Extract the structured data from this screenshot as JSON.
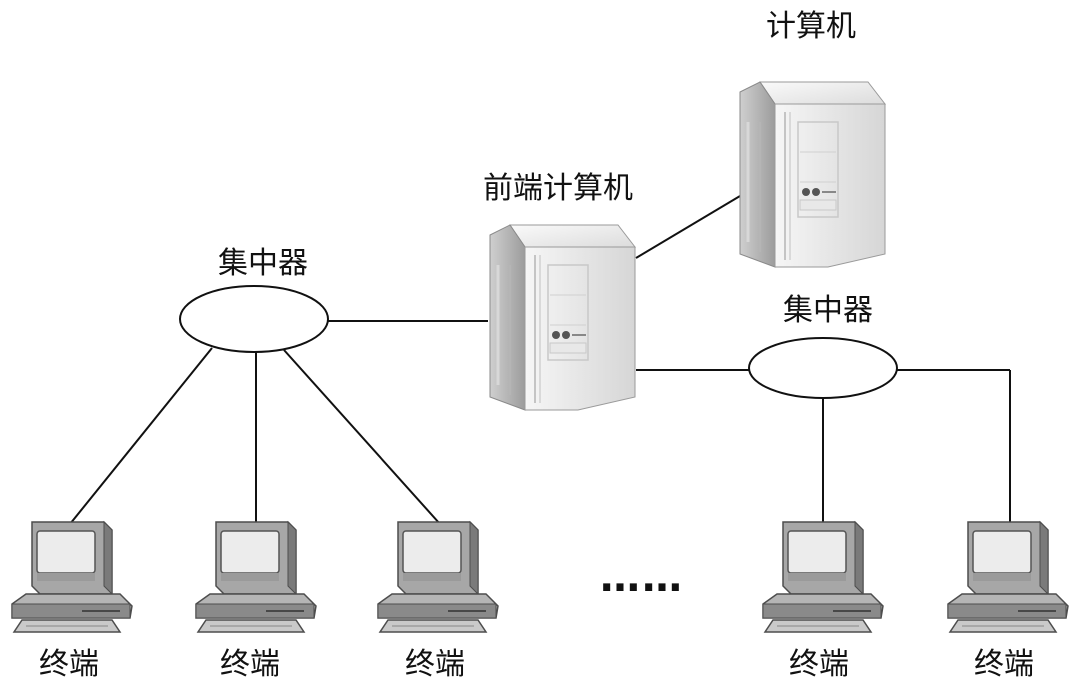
{
  "labels": {
    "computer": "计算机",
    "front_end_computer": "前端计算机",
    "hub_left": "集中器",
    "hub_right": "集中器",
    "terminals": [
      "终端",
      "终端",
      "终端",
      "终端",
      "终端"
    ],
    "ellipsis": "……"
  },
  "icons": {
    "server": "server-icon",
    "hub": "hub-ellipse",
    "terminal": "terminal-computer-icon"
  },
  "colors": {
    "line": "#111111",
    "server_front": "#f1f1f1",
    "server_side": "#bdbdbd",
    "terminal_body": "#a9a9a9",
    "terminal_dark": "#6f6f6f",
    "terminal_screen": "#eeeeee"
  }
}
